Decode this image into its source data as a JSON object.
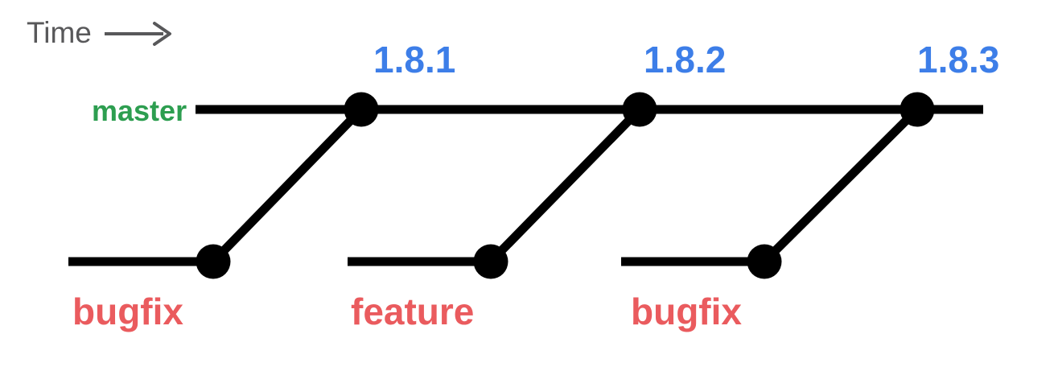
{
  "diagram": {
    "type": "git-release-branching",
    "time_axis": {
      "label": "Time"
    },
    "master_branch": {
      "label": "master"
    },
    "release_tags": [
      {
        "label": "1.8.1"
      },
      {
        "label": "1.8.2"
      },
      {
        "label": "1.8.3"
      }
    ],
    "feature_branches": [
      {
        "label": "bugfix",
        "merges_into_tag": "1.8.1"
      },
      {
        "label": "feature",
        "merges_into_tag": "1.8.2"
      },
      {
        "label": "bugfix",
        "merges_into_tag": "1.8.3"
      }
    ]
  },
  "colors": {
    "line": "#000000",
    "time_label": "#58585A",
    "master_label": "#2D9E50",
    "tag_label": "#3D7EE8",
    "branch_label": "#EA5B5E"
  }
}
